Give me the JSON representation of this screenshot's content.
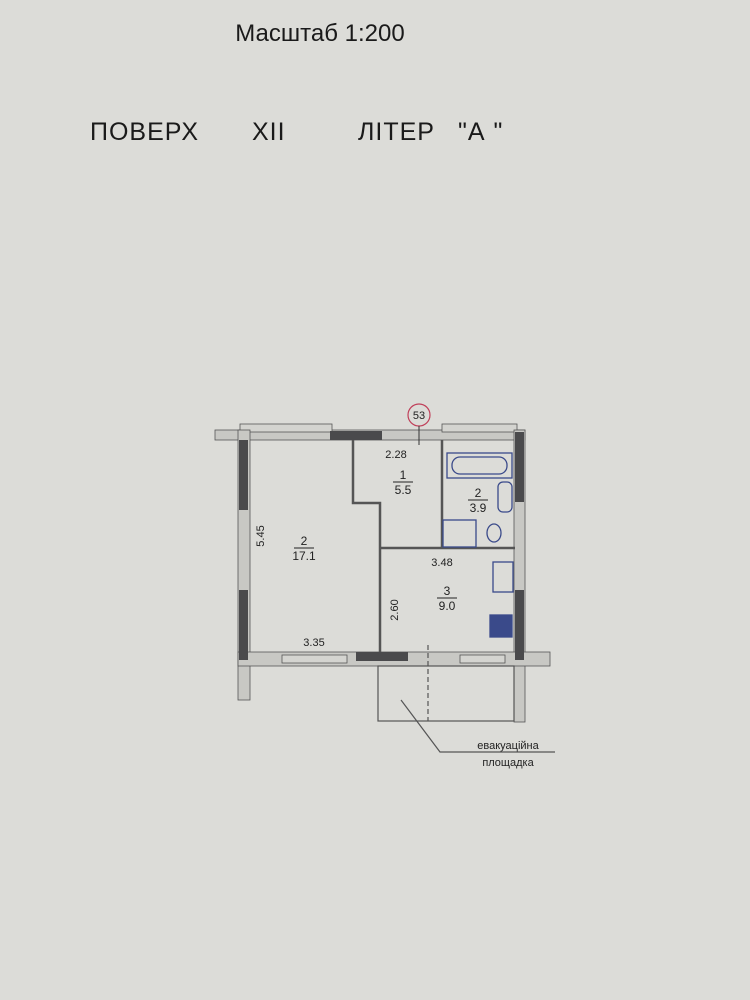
{
  "header": {
    "scale": "Масштаб 1:200",
    "floor_label": "ПОВЕРХ",
    "floor_value": "XII",
    "letter_label": "ЛІТЕР",
    "letter_value": "\"А \""
  },
  "plan": {
    "apartment_number": "53",
    "rooms": [
      {
        "number": "2",
        "area": "17.1"
      },
      {
        "number": "1",
        "area": "5.5"
      },
      {
        "number": "2",
        "area": "3.9"
      },
      {
        "number": "3",
        "area": "9.0"
      }
    ],
    "dimensions": {
      "corridor_width": "2.28",
      "room_height": "5.45",
      "room_width": "3.35",
      "kitchen_width": "3.48",
      "kitchen_height": "2.60"
    },
    "evacuation_label_line1": "евакуаційна",
    "evacuation_label_line2": "площадка",
    "colors": {
      "wall": "#4a4a4c",
      "fixture": "#3a4a8a",
      "marker": "#c0405a"
    }
  }
}
